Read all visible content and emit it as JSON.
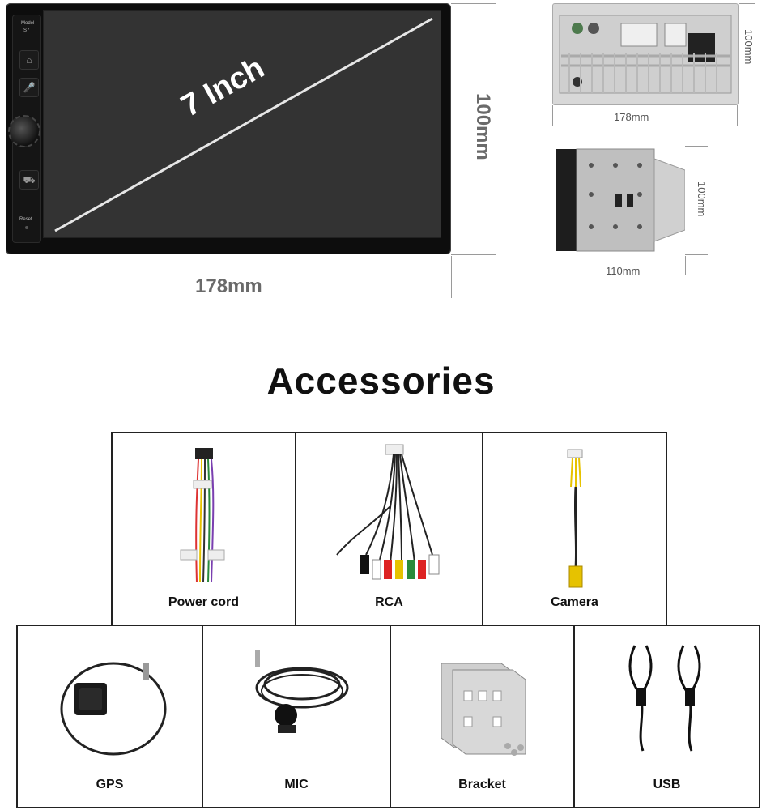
{
  "main_unit": {
    "screen_label": "7 Inch",
    "width_label": "178mm",
    "height_label": "100mm",
    "model_label": "Model",
    "model_value": "S7",
    "reset_label": "Reset"
  },
  "back_view": {
    "width_label": "178mm",
    "height_label": "100mm"
  },
  "side_view": {
    "width_label": "110mm",
    "height_label": "100mm"
  },
  "accessories": {
    "heading": "Accessories",
    "items": [
      {
        "label": "Power cord",
        "icon": "power-cord-harness"
      },
      {
        "label": "RCA",
        "icon": "rca-cable"
      },
      {
        "label": "Camera",
        "icon": "camera-cable"
      },
      {
        "label": "GPS",
        "icon": "gps-antenna"
      },
      {
        "label": "MIC",
        "icon": "microphone"
      },
      {
        "label": "Bracket",
        "icon": "mounting-bracket"
      },
      {
        "label": "USB",
        "icon": "usb-cable"
      }
    ]
  },
  "colors": {
    "screen": "#333333",
    "bezel": "#111111",
    "dim_line": "#9a9a9a",
    "border": "#222222"
  }
}
